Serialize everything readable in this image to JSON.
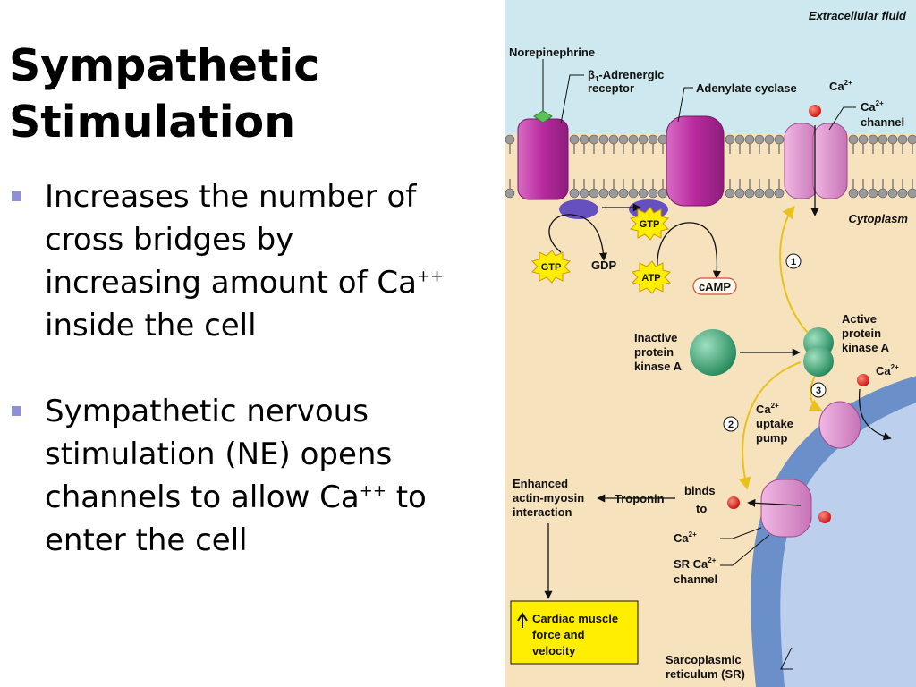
{
  "slide": {
    "title_lines": [
      "Sympathetic",
      "Stimulation"
    ],
    "bullets": [
      {
        "lines": [
          "Increases the number of",
          "cross bridges by",
          "increasing amount of Ca",
          "inside the cell"
        ],
        "sup": "++"
      },
      {
        "lines": [
          "Sympathetic nervous",
          "stimulation (NE) opens",
          "channels to allow Ca",
          "enter the cell"
        ],
        "sup": "++",
        "after": " to"
      }
    ]
  },
  "diagram": {
    "colors": {
      "extracellular": "#cde9ef",
      "cytoplasm": "#f7e2be",
      "sr_outer": "#6b8fc9",
      "sr_inner": "#bcd0ee",
      "protein": "#c23aa8",
      "kinase": "#3aa977",
      "calcium": "#e02020",
      "highlight_box": "#ffee00",
      "yellow_arrow": "#f0cf3a"
    },
    "labels": {
      "extracellular_fluid": "Extracellular fluid",
      "cytoplasm": "Cytoplasm",
      "norepinephrine": "Norepinephrine",
      "beta1_symbol": "β",
      "beta1_sub": "1",
      "beta1_rest": "-Adrenergic",
      "receptor": "receptor",
      "adenylate_cyclase": "Adenylate cyclase",
      "ca2_top": "Ca",
      "ca2_channel_ca": "Ca",
      "channel": "channel",
      "gtp_left": "GTP",
      "gdp": "GDP",
      "gtp_right": "GTP",
      "atp": "ATP",
      "camp": "cAMP",
      "inactive_pk": [
        "Inactive",
        "protein",
        "kinase A"
      ],
      "active_pk": [
        "Active",
        "protein",
        "kinase A"
      ],
      "ca2_pump_ca": "Ca",
      "uptake_pump": [
        "uptake",
        "pump"
      ],
      "ca2_right": "Ca",
      "enhanced": [
        "Enhanced",
        "actin-myosin",
        "interaction"
      ],
      "troponin": "Troponin",
      "binds_to": [
        "binds",
        "to"
      ],
      "ca2_bottom": "Ca",
      "sr_channel_ca": "SR Ca",
      "channel_bottom": "channel",
      "result_box": [
        "Cardiac muscle",
        "force and",
        "velocity"
      ],
      "sr_label": [
        "Sarcoplasmic",
        "reticulum (SR)"
      ],
      "superscript": "2+",
      "step1": "1",
      "step2": "2",
      "step3": "3"
    }
  }
}
